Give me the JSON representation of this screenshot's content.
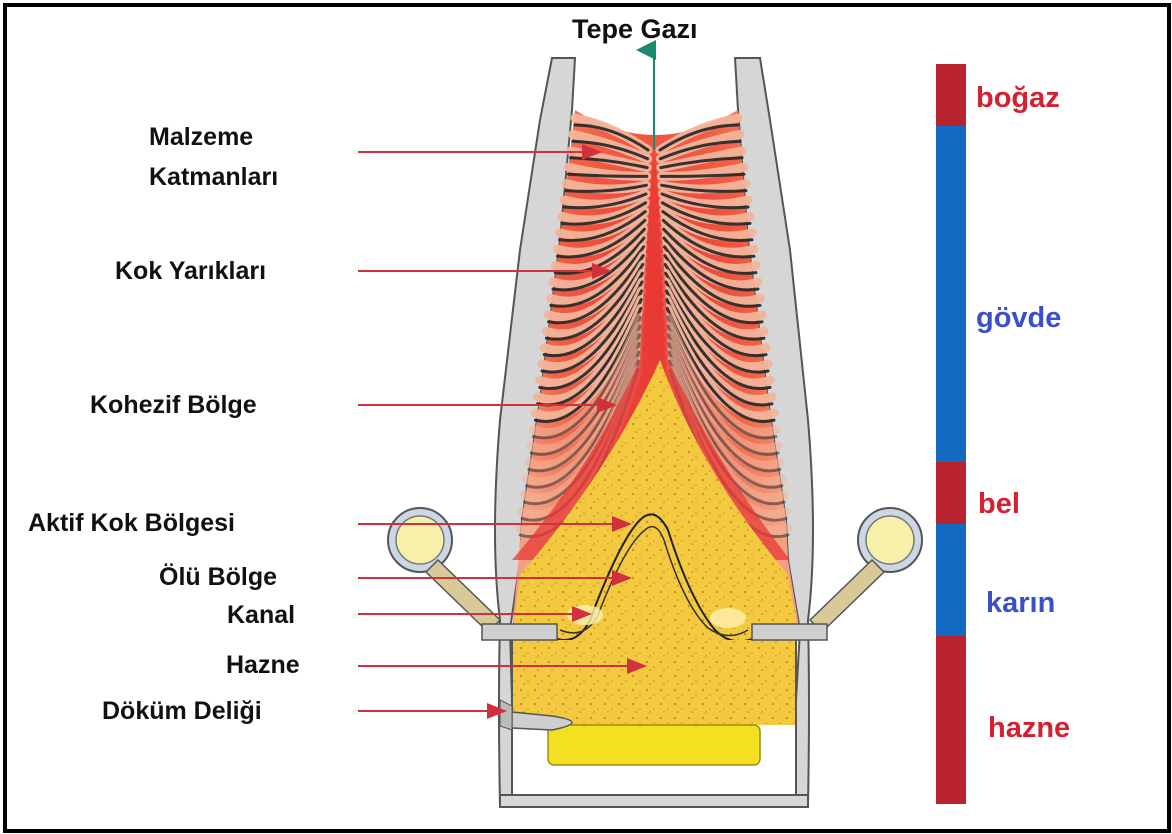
{
  "title": "Tepe Gazı",
  "labels": {
    "layers_line1": "Malzeme",
    "layers_line2": "Katmanları",
    "coke_slits": "Kok Yarıkları",
    "cohesive_zone": "Kohezif Bölge",
    "active_coke": "Aktif Kok Bölgesi",
    "dead_zone": "Ölü Bölge",
    "raceway": "Kanal",
    "hearth": "Hazne",
    "taphole": "Döküm Deliği"
  },
  "zones": [
    {
      "name": "boğaz",
      "color": "#b8232f",
      "text_color": "#d4202f"
    },
    {
      "name": "gövde",
      "color": "#1469c0",
      "text_color": "#3a4fc8"
    },
    {
      "name": "bel",
      "color": "#b8232f",
      "text_color": "#d4202f"
    },
    {
      "name": "karın",
      "color": "#1469c0",
      "text_color": "#3a4fc8"
    },
    {
      "name": "hazne",
      "color": "#b8232f",
      "text_color": "#d4202f"
    }
  ],
  "colors": {
    "arrow": "#d0313d",
    "gas_arrow": "#1b8a6e",
    "wall": "#d4d4d4",
    "wall_stroke": "#555555",
    "coke_layer": "#f2b49a",
    "ore_layer": "#2b2b2b",
    "cohesive": "#e8413b",
    "coke_bed": "#f2c43a",
    "molten": "#f3e020"
  }
}
